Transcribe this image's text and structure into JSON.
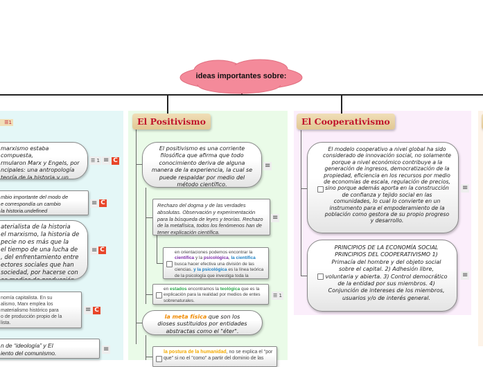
{
  "central": {
    "title": "ideas importantes sobre:",
    "color": "#f48a9a"
  },
  "left_column": {
    "badge": "1",
    "nodes": [
      {
        "text": "marxismo estaba compuesta,\nrmularon Marx y Engels, por\nncipales: una antropología\n teoría de la historia y un\nma socioeconómico.",
        "count": "1"
      },
      {
        "text": "mbio importante del modo de\ne correspondía un cambio\nla historia.undefined"
      },
      {
        "text": "aterialista de la historia\n el marxismo, la historia de\npecie no es más que la\nel tiempo de una lucha de\n, del enfrentamiento entre\nectores sociales que han\n sociedad, por hacerse con\nos medios de producción."
      },
      {
        "text": "nomía capitalista. En su\nalismo, Marx emplea los\nmaterialismo histórico para\no de producción propio de la\nlista."
      },
      {
        "text": "n de “ideología” y  El\niento del comunismo."
      }
    ]
  },
  "positivismo": {
    "title": "El Positivismo",
    "node1": "El positivismo es una corriente filosófica que afirma que todo conocimiento deriva de alguna manera de la experiencia, la cual se puede respaldar por medio del método científico.",
    "node2": "Rechazo del dogma y de las verdades absolutas. Observación y experimentación para la búsqueda de leyes y teorías. Rechazo de la metafísica, todos los fenómenos han de tener explicación científica.",
    "node3": {
      "t1": "en orientaciones podemos encontrar la ",
      "h1": "científica",
      "t2": " y la ",
      "h2": "psicológica",
      "t3": ", ",
      "h3": "la científica",
      "t4": " busca hacer efectiva una división de las ciencias. ",
      "h4": "y la psicológica",
      "t5": " es la línea teórica de la psicología que investiga toda la naturaleza."
    },
    "node4": {
      "t1": "en ",
      "h1": "estados",
      "t2": " encontramos la ",
      "h2": "teológica",
      "t3": " que es la explicación para la realidad por medios de entes sobrenaturales.",
      "count": "1"
    },
    "node5": {
      "h1": "la meta física",
      "t1": " que son los dioses sustituidos por entidades abstractas como el \"éter\"."
    },
    "node6": {
      "h1": "la postura de la humanidad",
      "t1": ", no se explica el \"por que\" si no el \"como\" a partir del dominio de las"
    }
  },
  "cooperativismo": {
    "title": "El Cooperativismo",
    "node1": "El modelo cooperativo a nivel global ha sido considerado de innovación social, no solamente porque a nivel económico contribuye a la generación de ingresos, democratización de la propiedad, eficiencia en los recursos por medio de economías de escala, regulación de precios, sino porque además aporta en la construcción de confianza y tejido social en las comunidades, lo cual lo convierte en un instrumento para el empoderamiento de la población como gestora de su propio progreso y desarrollo.",
    "node2": "PRINCIPIOS DE LA ECONOMÍA SOCIAL PRINCIPIOS DEL COOPERATIVISMO 1) Primacía del hombre y del objeto social sobre el capital. 2) Adhesión libre, voluntaria y abierta. 3) Control democrático de la entidad por sus miembros. 4) Conjunción de intereses de los miembros, usuarios y/o de interés general."
  },
  "icons": {
    "menu": "≡",
    "list": "☰",
    "c": "C"
  }
}
